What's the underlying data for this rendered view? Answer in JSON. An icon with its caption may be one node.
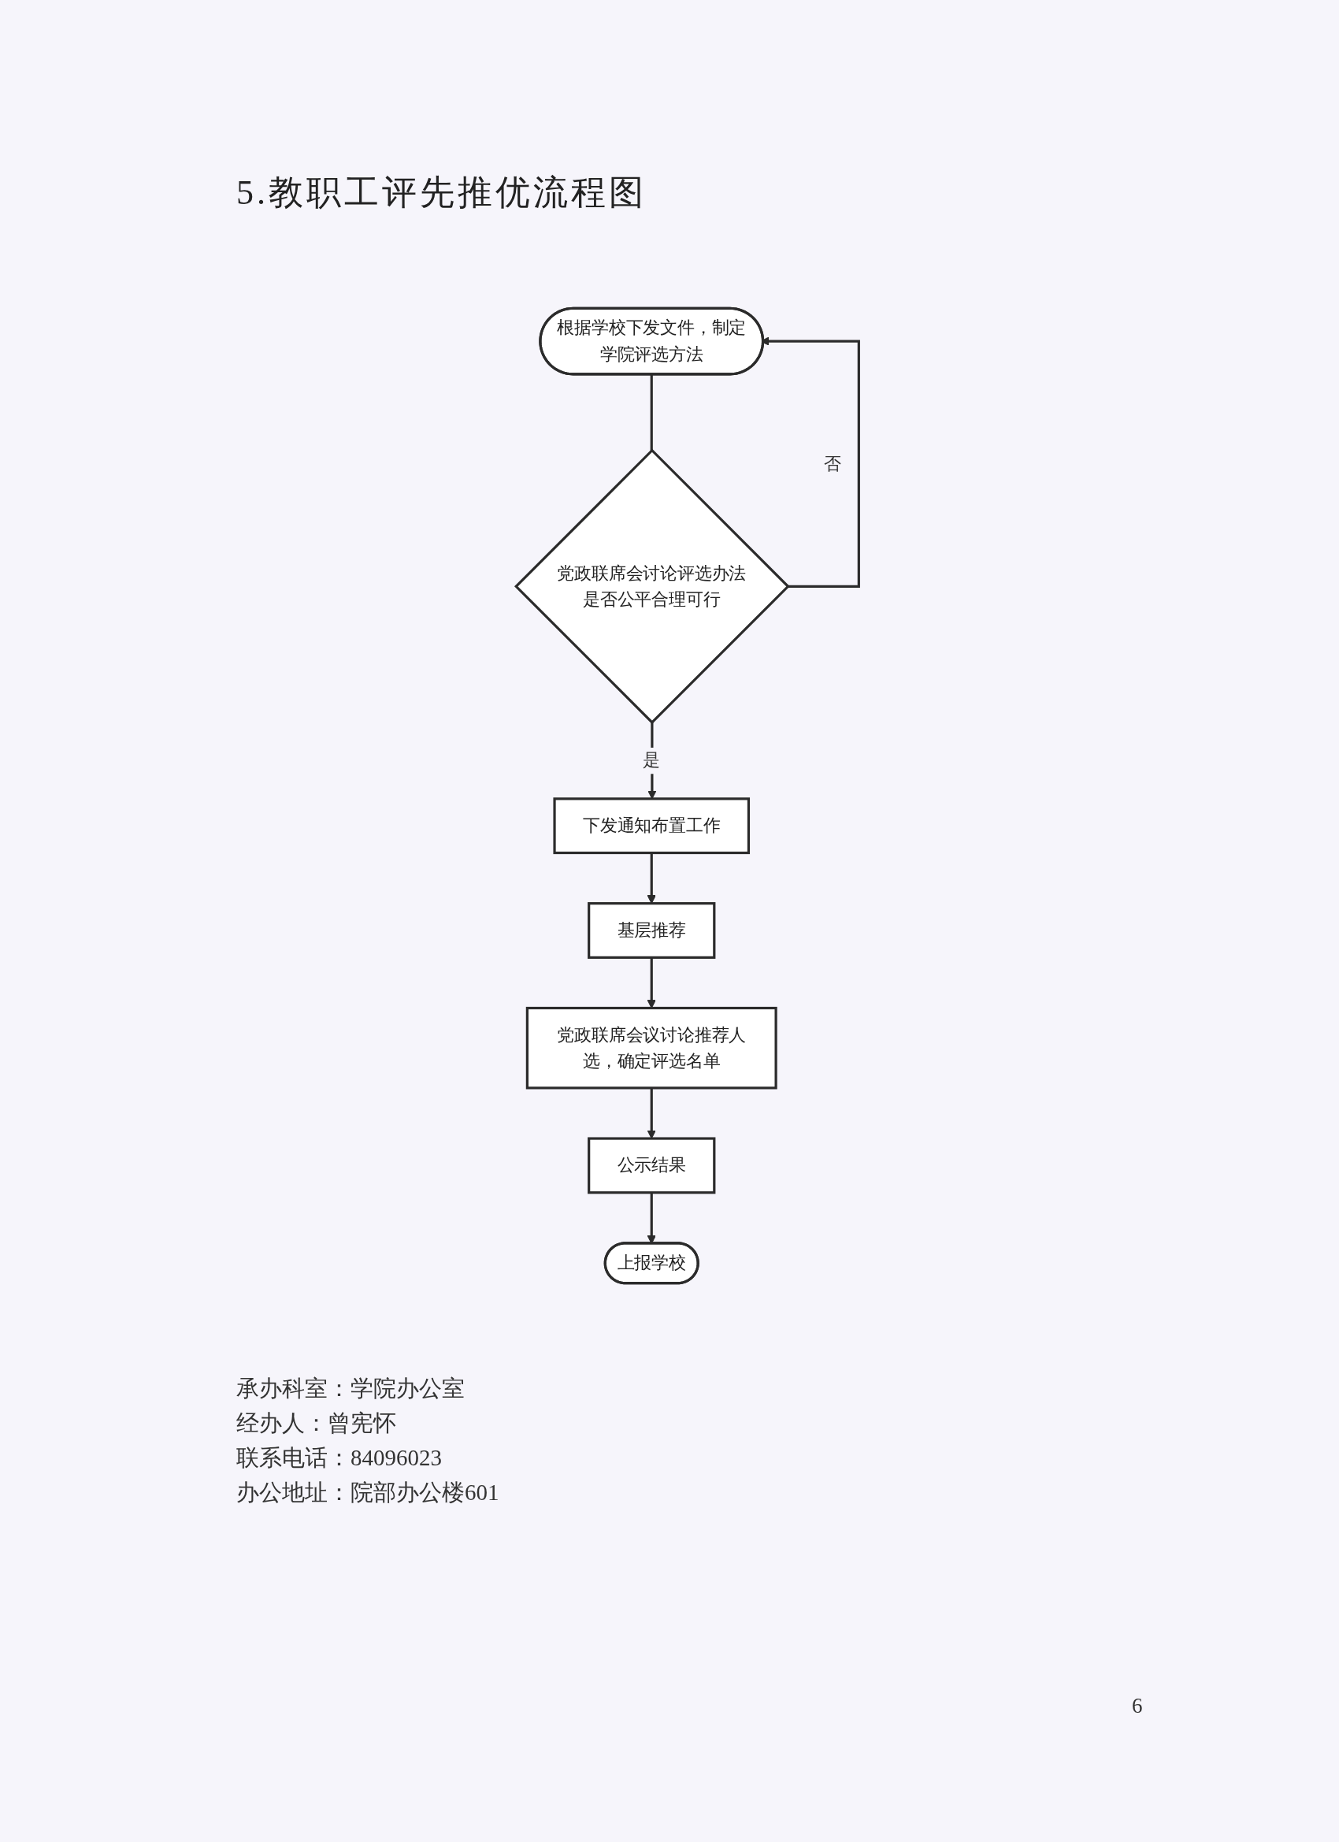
{
  "diagram": {
    "title": "5.教职工评先推优流程图",
    "nodes": [
      {
        "text": [
          "根据学校下发文件，制定学院评选方法"
        ]
      },
      {
        "text": [
          "党政联席会讨论评选办法是否公平合理可行"
        ]
      },
      {
        "text": [
          "下发通知布置工作"
        ]
      },
      {
        "text": [
          "基层推荐"
        ]
      },
      {
        "text": [
          "党政联席会议讨论推荐人选，确定评选名单"
        ]
      },
      {
        "text": [
          "公示结果"
        ]
      },
      {
        "text": [
          "上报学校"
        ]
      }
    ],
    "edges": [
      {
        "from": 0,
        "to": 1,
        "arrow": "to"
      },
      {
        "from": 1,
        "to": 2,
        "arrow": "to",
        "label": "是"
      },
      {
        "from": 1,
        "to": 0,
        "arrow": "to",
        "label": "否"
      },
      {
        "from": 2,
        "to": 3,
        "arrow": "to"
      },
      {
        "from": 3,
        "to": 4,
        "arrow": "to"
      },
      {
        "from": 4,
        "to": 5,
        "arrow": "to"
      },
      {
        "from": 5,
        "to": 6,
        "arrow": "to"
      }
    ],
    "labels": [
      "承办科室：学院办公室",
      "经办人：曾宪怀",
      "联系电话：84096023",
      "办公地址：院部办公楼601",
      "6"
    ]
  }
}
